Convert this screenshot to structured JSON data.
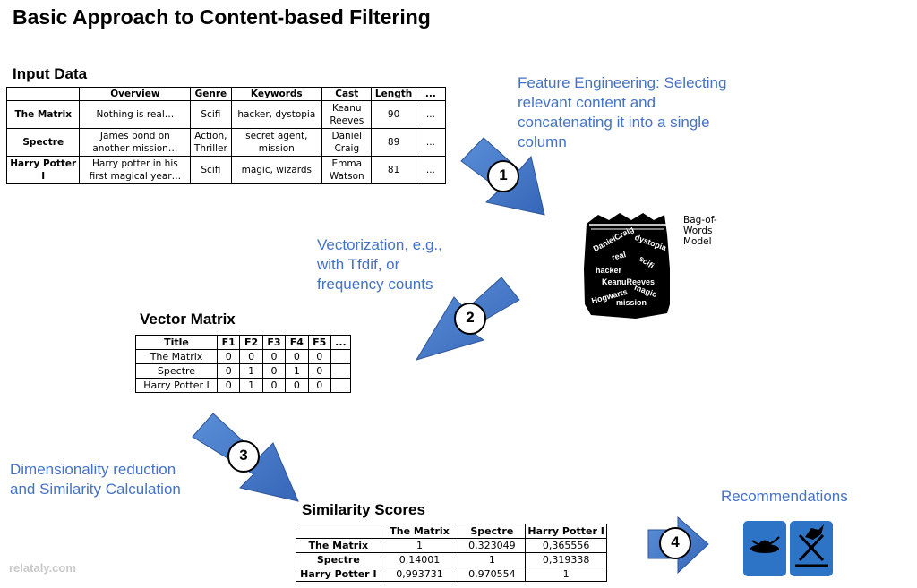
{
  "title": "Basic Approach to Content-based Filtering",
  "input_data": {
    "heading": "Input Data",
    "columns": [
      "",
      "Overview",
      "Genre",
      "Keywords",
      "Cast",
      "Length",
      "..."
    ],
    "rows": [
      [
        "The Matrix",
        "Nothing is real…",
        "Scifi",
        "hacker, dystopia",
        "Keanu Reeves",
        "90",
        "..."
      ],
      [
        "Spectre",
        "James bond on another mission…",
        "Action, Thriller",
        "secret agent, mission",
        "Daniel Craig",
        "89",
        "..."
      ],
      [
        "Harry Potter I",
        "Harry potter in his first magical year…",
        "Scifi",
        "magic, wizards",
        "Emma Watson",
        "81",
        "..."
      ]
    ]
  },
  "steps": {
    "step1": {
      "number": "1",
      "text": "Feature Engineering: Selecting relevant content and concatenating it into a single column"
    },
    "step2": {
      "number": "2",
      "text": "Vectorization, e.g., with Tfdif, or frequency counts"
    },
    "step3": {
      "number": "3",
      "text": "Dimensionality reduction and Similarity Calculation"
    },
    "step4": {
      "number": "4",
      "text": "Recommendations"
    }
  },
  "bag_of_words": {
    "label": "Bag-of-Words Model",
    "words": [
      "DanielCraig",
      "dystopia",
      "real",
      "scifi",
      "hacker",
      "KeanuReeves",
      "Hogwarts",
      "magic",
      "mission"
    ]
  },
  "vector_matrix": {
    "heading": "Vector Matrix",
    "columns": [
      "Title",
      "F1",
      "F2",
      "F3",
      "F4",
      "F5",
      "..."
    ],
    "rows": [
      [
        "The Matrix",
        "0",
        "0",
        "0",
        "0",
        "0",
        ""
      ],
      [
        "Spectre",
        "0",
        "1",
        "0",
        "1",
        "0",
        ""
      ],
      [
        "Harry Potter I",
        "0",
        "1",
        "0",
        "0",
        "0",
        ""
      ]
    ]
  },
  "similarity_scores": {
    "heading": "Similarity Scores",
    "columns": [
      "",
      "The Matrix",
      "Spectre",
      "Harry Potter I"
    ],
    "rows": [
      [
        "The Matrix",
        "1",
        "0,323049",
        "0,365556"
      ],
      [
        "Spectre",
        "0,14001",
        "1",
        "0,319338"
      ],
      [
        "Harry Potter I",
        "0,993731",
        "0,970554",
        "1"
      ]
    ]
  },
  "recommendation_icons": [
    "ufo-icon",
    "dragon-swords-icon"
  ],
  "watermark": "relataly.com",
  "colors": {
    "arrow_blue": "#4472c4",
    "text_blue": "#4472c4",
    "tile_blue": "#2e74c6"
  }
}
